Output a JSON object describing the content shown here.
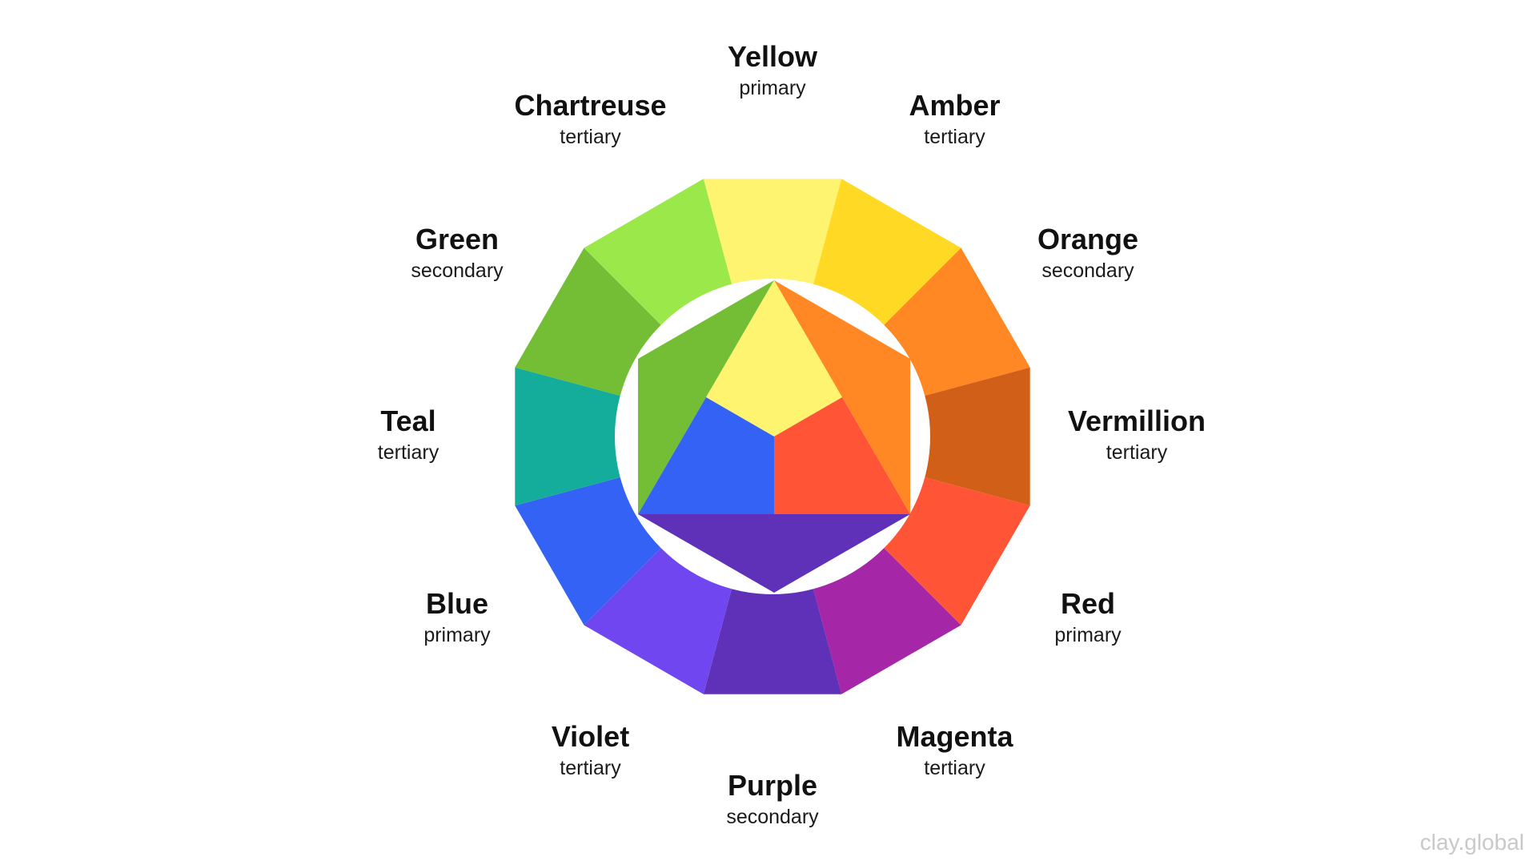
{
  "wheel": {
    "segments": [
      {
        "name": "Yellow",
        "kind": "primary",
        "color": "#FFF470"
      },
      {
        "name": "Amber",
        "kind": "tertiary",
        "color": "#FFD923"
      },
      {
        "name": "Orange",
        "kind": "secondary",
        "color": "#FF8825"
      },
      {
        "name": "Vermillion",
        "kind": "tertiary",
        "color": "#D25F18"
      },
      {
        "name": "Red",
        "kind": "primary",
        "color": "#FF5536"
      },
      {
        "name": "Magenta",
        "kind": "tertiary",
        "color": "#A526A7"
      },
      {
        "name": "Purple",
        "kind": "secondary",
        "color": "#5F30B8"
      },
      {
        "name": "Violet",
        "kind": "tertiary",
        "color": "#7046F0"
      },
      {
        "name": "Blue",
        "kind": "primary",
        "color": "#3462F4"
      },
      {
        "name": "Teal",
        "kind": "tertiary",
        "color": "#14AD9B"
      },
      {
        "name": "Green",
        "kind": "secondary",
        "color": "#74BE36"
      },
      {
        "name": "Chartreuse",
        "kind": "tertiary",
        "color": "#9AE84A"
      }
    ],
    "inner": {
      "yellow": "#FFF470",
      "red": "#FF5536",
      "blue": "#3462F4",
      "orange": "#FF8825",
      "purple": "#5F30B8",
      "green": "#74BE36"
    }
  },
  "watermark": "clay.global"
}
